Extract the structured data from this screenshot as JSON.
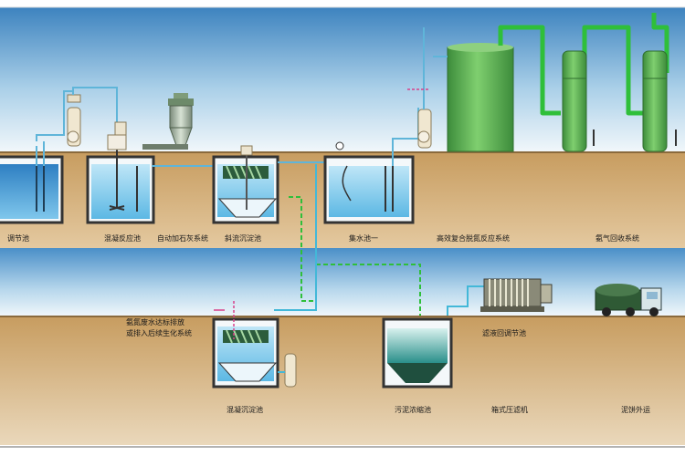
{
  "labels": {
    "regulating_tank": "调节池",
    "coagulation_tank": "混凝反应池",
    "auto_lime_dosing": "自动加石灰系统",
    "inclined_tube_settler_1": "斜流沉淀池",
    "collection_tank_1": "集水池一",
    "efficient_air_stripping": "高效复合脱氮反应系统",
    "ammonia_recovery": "氨气回收系统",
    "discharge_note_line1": "氨氮废水达标排放",
    "discharge_note_line2": "或排入后续生化系统",
    "coagulation_settler": "混凝沉淀池",
    "sludge_thickener": "污泥浓缩池",
    "filtrate_return": "滤液回调节池",
    "filter_press": "箱式压滤机",
    "sludge_outward": "泥饼外运"
  },
  "colors": {
    "sky_top": "#3e84bf",
    "sky_bottom": "#f2f8fc",
    "ground": "#c9a064",
    "tank_water": "#3aa7df",
    "pipe_green": "#2fbf3a",
    "tower_green": "#5cae52",
    "pipe_cyan": "#43b8d8"
  }
}
